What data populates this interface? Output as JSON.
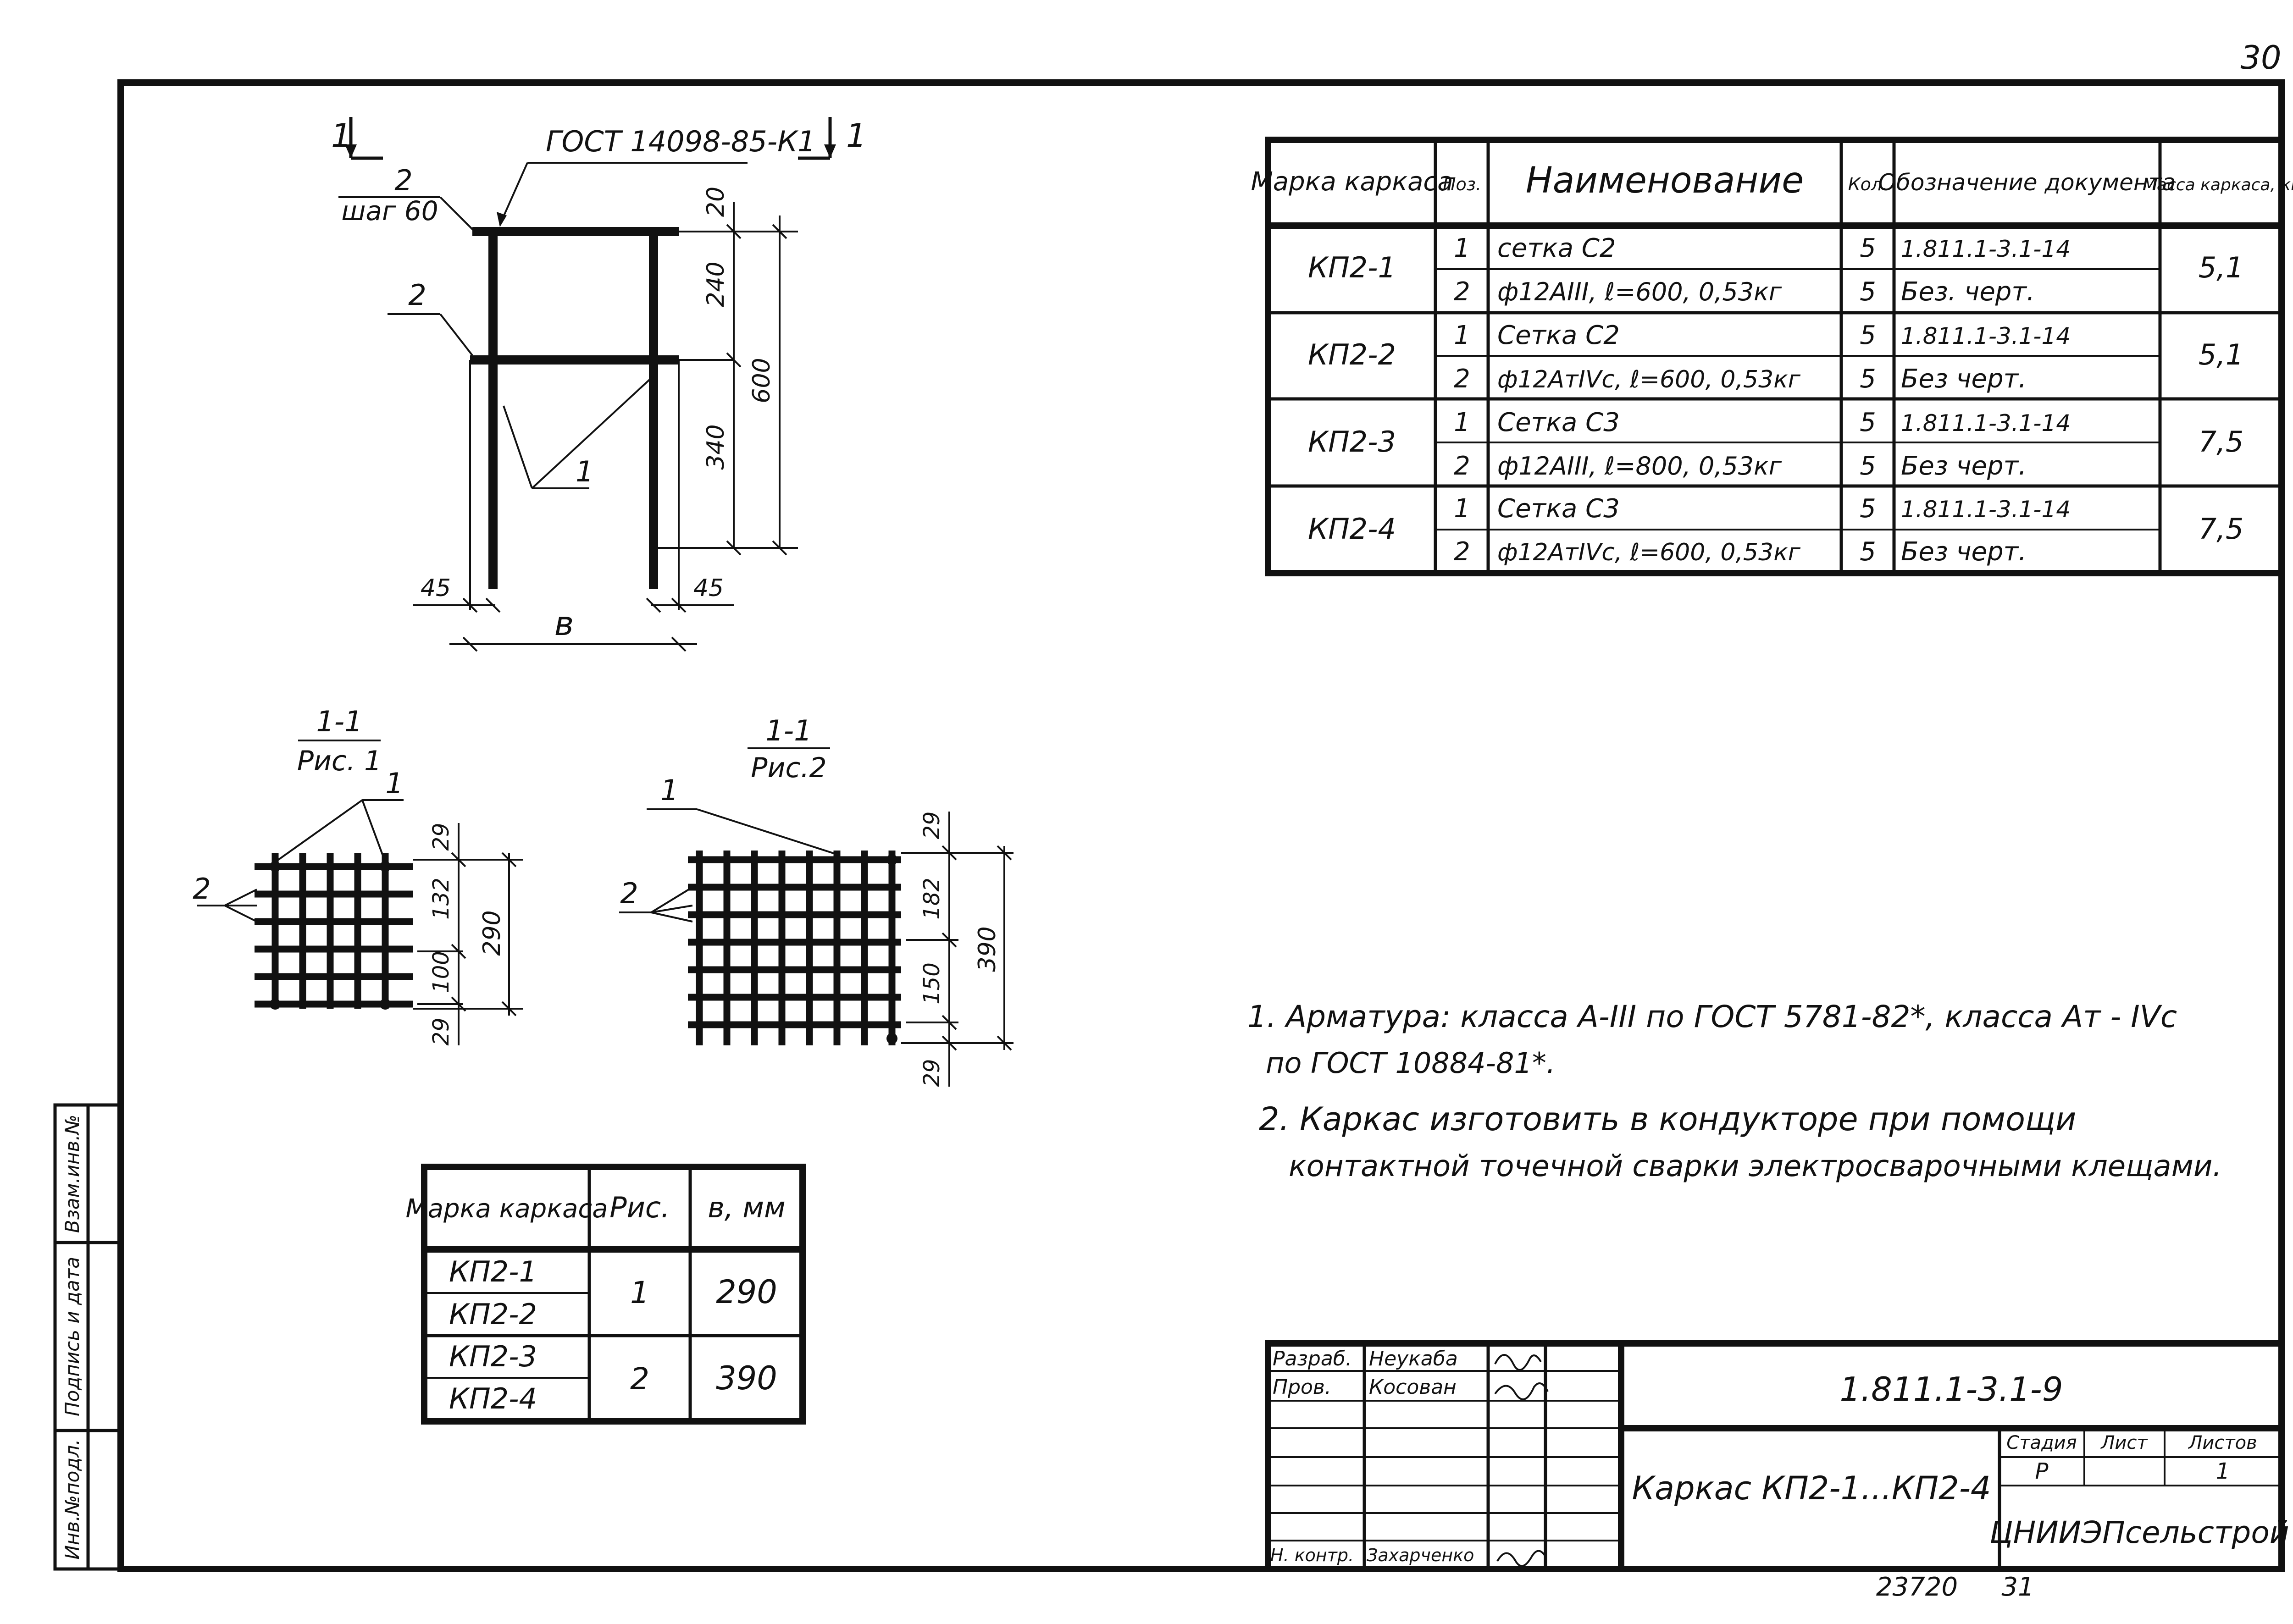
{
  "page": {
    "sheet_corner_number": "30",
    "bottom_stamp_number": "23720",
    "bottom_stamp_sheet": "31"
  },
  "side_stamp": [
    "Инв.№подл.",
    "Подпись и дата",
    "Взам.инв.№"
  ],
  "elevation": {
    "section_mark_left": "1",
    "section_mark_right": "1",
    "gost_note": "ГОСТ 14098-85-К1",
    "pos2_top_label": "2",
    "pos2_step_label": "шаг 60",
    "pos2_mid_label": "2",
    "pos1_label": "1",
    "dims_vertical": [
      "20",
      "240",
      "340",
      "600"
    ],
    "dims_horizontal": [
      "45",
      "45",
      "в"
    ]
  },
  "sections": [
    {
      "title": "1-1",
      "subtitle": "Рис. 1",
      "pos1_label": "1",
      "pos2_label": "2",
      "dims": [
        "29",
        "132",
        "100",
        "29",
        "290"
      ]
    },
    {
      "title": "1-1",
      "subtitle": "Рис.2",
      "pos1_label": "1",
      "pos2_label": "2",
      "dims": [
        "29",
        "182",
        "150",
        "29",
        "390"
      ]
    }
  ],
  "spec_table": {
    "headers": [
      "Марка каркаса",
      "Поз.",
      "Наименование",
      "Кол.",
      "Обозначение документа",
      "Масса каркаса, кг"
    ],
    "groups": [
      {
        "mark": "КП2-1",
        "mass": "5,1",
        "rows": [
          {
            "pos": "1",
            "name": "сетка С2",
            "qty": "5",
            "doc": "1.811.1-3.1-14"
          },
          {
            "pos": "2",
            "name": "ф12АIII, ℓ=600, 0,53кг",
            "qty": "5",
            "doc": "Без. черт."
          }
        ]
      },
      {
        "mark": "КП2-2",
        "mass": "5,1",
        "rows": [
          {
            "pos": "1",
            "name": "Сетка С2",
            "qty": "5",
            "doc": "1.811.1-3.1-14"
          },
          {
            "pos": "2",
            "name": "ф12АтIVс, ℓ=600, 0,53кг",
            "qty": "5",
            "doc": "Без черт."
          }
        ]
      },
      {
        "mark": "КП2-3",
        "mass": "7,5",
        "rows": [
          {
            "pos": "1",
            "name": "Сетка С3",
            "qty": "5",
            "doc": "1.811.1-3.1-14"
          },
          {
            "pos": "2",
            "name": "ф12АIII, ℓ=800, 0,53кг",
            "qty": "5",
            "doc": "Без черт."
          }
        ]
      },
      {
        "mark": "КП2-4",
        "mass": "7,5",
        "rows": [
          {
            "pos": "1",
            "name": "Сетка С3",
            "qty": "5",
            "doc": "1.811.1-3.1-14"
          },
          {
            "pos": "2",
            "name": "ф12АтIVс, ℓ=600, 0,53кг",
            "qty": "5",
            "doc": "Без черт."
          }
        ]
      }
    ]
  },
  "notes": [
    "1. Арматура: класса А-III по ГОСТ 5781-82*, класса Ат - IVс",
    "по ГОСТ 10884-81*.",
    "2. Каркас изготовить в кондукторе при помощи",
    "контактной точечной сварки электросварочными клещами."
  ],
  "size_table": {
    "headers": [
      "Марка каркаса",
      "Рис.",
      "в, мм"
    ],
    "marks": [
      "КП2-1",
      "КП2-2",
      "КП2-3",
      "КП2-4"
    ],
    "figs": [
      "1",
      "2"
    ],
    "widths": [
      "290",
      "390"
    ]
  },
  "title_block": {
    "doc_number": "1.811.1-3.1-9",
    "title": "Каркас КП2-1...КП2-4",
    "org": "ЦНИИЭПсельстрой",
    "stage_label": "Стадия",
    "sheet_label": "Лист",
    "sheets_label": "Листов",
    "stage": "Р",
    "sheets": "1",
    "roles": [
      {
        "role": "Разраб.",
        "name": "Неукаба"
      },
      {
        "role": "Пров.",
        "name": "Косован"
      },
      {
        "role": "Н. контр.",
        "name": "Захарченко"
      }
    ]
  }
}
